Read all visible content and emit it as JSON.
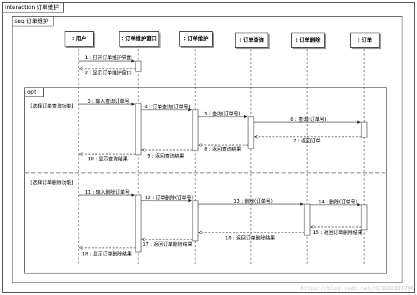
{
  "frames": {
    "outer_label": "interaction 订单维护",
    "inner_label": "seq 订单维护",
    "fragment_label": "opt",
    "guard_1": "[选择订单查询功能]",
    "guard_2": "[选择订单删除功能]"
  },
  "lifelines": [
    {
      "label": ": 用户"
    },
    {
      "label": ": 订单维护窗口"
    },
    {
      "label": ": 订单维护"
    },
    {
      "label": ": 订单查询"
    },
    {
      "label": ": 订单删除"
    },
    {
      "label": ": 订单"
    }
  ],
  "messages": [
    {
      "text": "1 : 打开订单维护界面"
    },
    {
      "text": "2 : 显示订单维护窗口"
    },
    {
      "text": "3 : 输入查询订单号"
    },
    {
      "text": "4 : 订单查询(订单号)"
    },
    {
      "text": "5 : 查询(订单号)"
    },
    {
      "text": "6 : 查询(订单号)"
    },
    {
      "text": "7 : 返回订单"
    },
    {
      "text": "8 : 返回查询结果"
    },
    {
      "text": "9 : 返回查询结果"
    },
    {
      "text": "10 : 显示查询结果"
    },
    {
      "text": "11 : 输入删除订单号"
    },
    {
      "text": "12 : 订单删除(订单号)"
    },
    {
      "text": "13 : 删除(订单号)"
    },
    {
      "text": "14 : 删除(订单号)"
    },
    {
      "text": "15 : 返回订单删除结果"
    },
    {
      "text": "16 : 返回订单删除结果"
    },
    {
      "text": "17 : 返回订单删除结果"
    },
    {
      "text": "18 : 显示订单删除结果"
    }
  ],
  "watermark": "https://blog.csdn.net/HJ3602801796"
}
